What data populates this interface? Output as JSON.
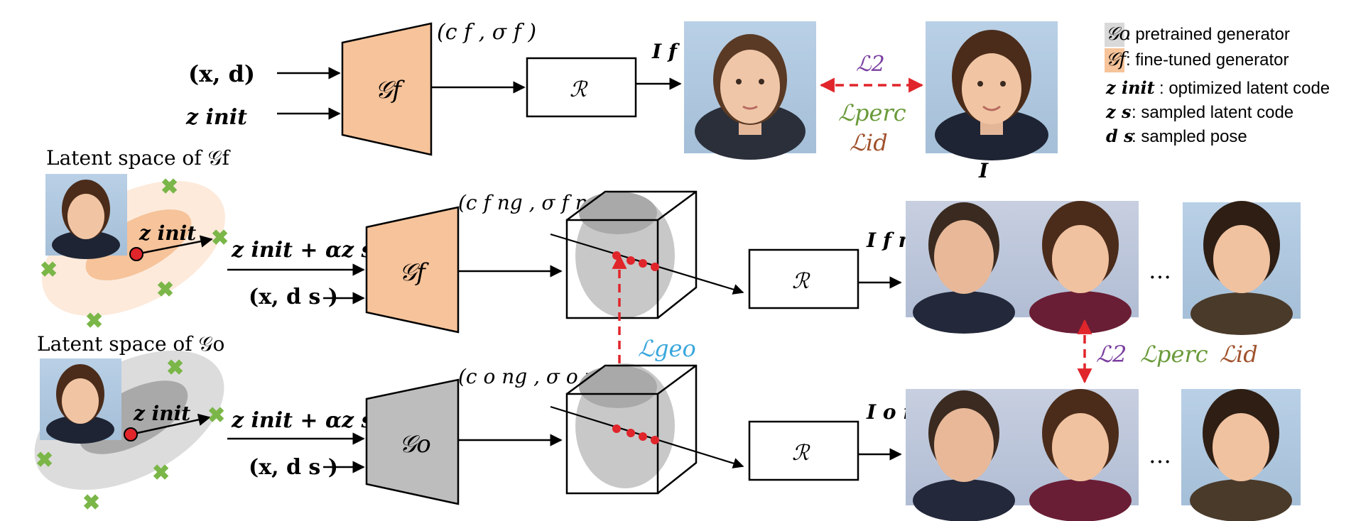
{
  "legend": {
    "go_sym": "𝒢o",
    "go_text": ": pretrained generator",
    "gf_sym": "𝒢f",
    "gf_text": ": fine-tuned generator",
    "zinit_sym": "z init",
    "zinit_text": ": optimized latent code",
    "zs_sym": "z s",
    "zs_text": ": sampled latent code",
    "ds_sym": "d s",
    "ds_text": " : sampled pose"
  },
  "top": {
    "input_xd": "(x, d)",
    "input_zinit": "z init",
    "generator": "𝒢f",
    "out": "(c f , σ f )",
    "renderer": "ℛ",
    "img_label": "I f",
    "target_label": "I",
    "loss_l2": "ℒ2",
    "loss_perc": "ℒperc",
    "loss_id": "ℒid"
  },
  "mid": {
    "latent_title": "Latent space of 𝒢f",
    "zinit": "z init",
    "sum": "z init + αz s",
    "xds": "(x, d s )",
    "generator": "𝒢f",
    "out": "(c f ng , σ f ng )",
    "renderer": "ℛ",
    "img_label": "I f ng",
    "dots": "…"
  },
  "bot": {
    "latent_title": "Latent space of 𝒢o",
    "zinit": "z init",
    "sum": "z init + αz s",
    "xds": "(x, d s )",
    "generator": "𝒢o",
    "out": "(c o ng , σ o ng )",
    "renderer": "ℛ",
    "img_label": "I o ng",
    "dots": "…"
  },
  "losses": {
    "geo": "ℒgeo",
    "l2": "ℒ2",
    "perc": "ℒperc",
    "id": "ℒid"
  },
  "colors": {
    "gf_fill": "#f6c39a",
    "go_fill": "#bdbdbd",
    "arrow_red": "#e0252b",
    "l2_purple": "#7b3fa0",
    "perc_green": "#6a9a3a",
    "id_brown": "#a0522d",
    "geo_blue": "#3aa7dc",
    "cross_green": "#7ab648"
  }
}
